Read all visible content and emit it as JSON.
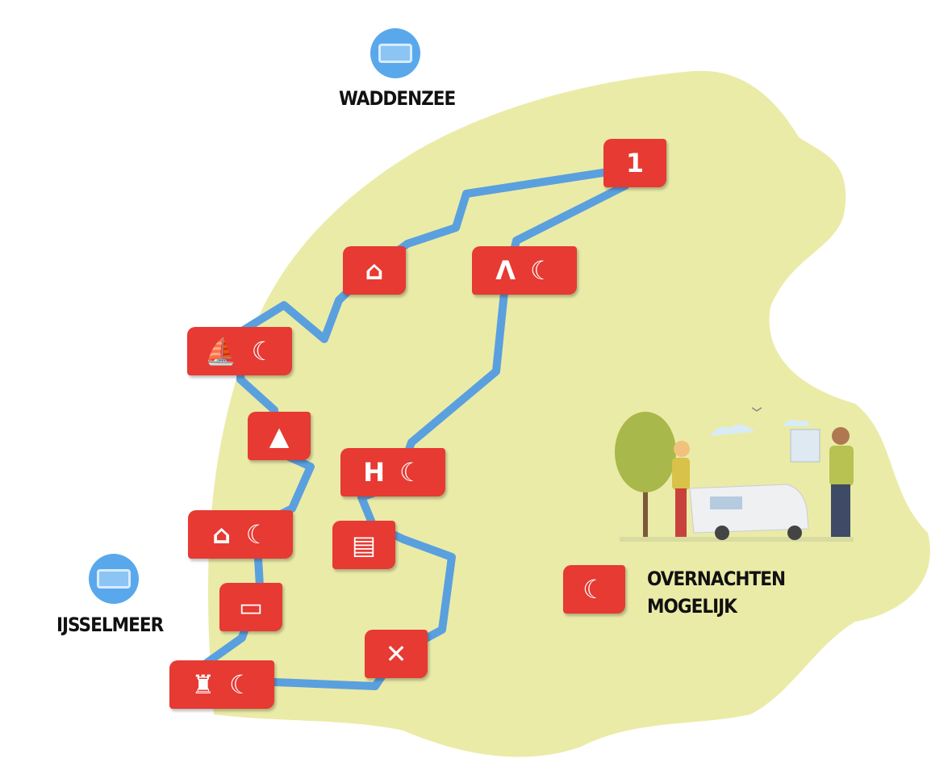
{
  "map": {
    "title_water_north": "WADDENZEE",
    "title_water_west": "IJSSELMEER",
    "colors": {
      "land": "#ebeba8",
      "route": "#5aa0de",
      "marker": "#e63a33",
      "water_badge": "#5aa8ec"
    },
    "markers": [
      {
        "icon": "lighthouse-icon",
        "glyph": "1",
        "overnight": false
      },
      {
        "icon": "house-icon",
        "glyph": "⌂",
        "overnight": false
      },
      {
        "icon": "tower-icon",
        "glyph": "Λ",
        "overnight": true
      },
      {
        "icon": "ship-icon",
        "glyph": "⛵",
        "overnight": true
      },
      {
        "icon": "church-icon",
        "glyph": "▲",
        "overnight": false
      },
      {
        "icon": "hotel-icon",
        "glyph": "H",
        "overnight": true
      },
      {
        "icon": "farmhouse-icon",
        "glyph": "⌂",
        "overnight": true
      },
      {
        "icon": "townhall-icon",
        "glyph": "▤",
        "overnight": false
      },
      {
        "icon": "hall-icon",
        "glyph": "▭",
        "overnight": false
      },
      {
        "icon": "windmill-icon",
        "glyph": "✕",
        "overnight": false
      },
      {
        "icon": "statue-icon",
        "glyph": "♜",
        "overnight": true
      }
    ],
    "moon_glyph": "☾"
  },
  "legend": {
    "line1": "OVERNACHTEN",
    "line2": "MOGELIJK"
  }
}
